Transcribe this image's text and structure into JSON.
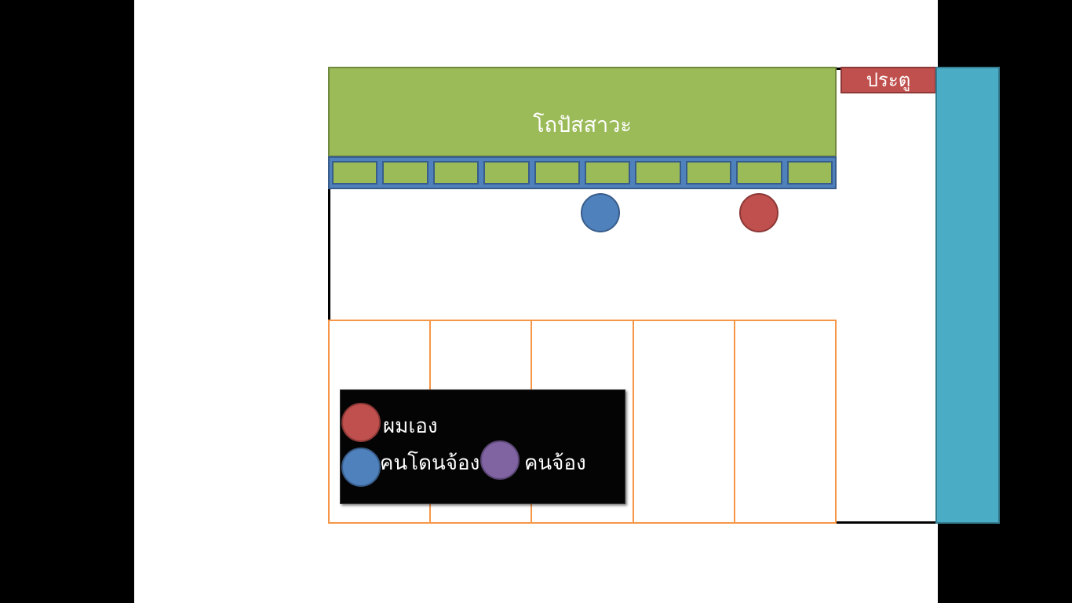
{
  "diagram": {
    "urinal_label": "โถปัสสาวะ",
    "door_label": "ประตู",
    "urinal_count": 10,
    "stall_count": 5,
    "colors": {
      "urinal": "#9bbb59",
      "urinal_row": "#4f81bd",
      "door": "#c0504d",
      "corridor": "#4bacc6",
      "stall_border": "#f79646",
      "me": "#c0504d",
      "target": "#4f81bd",
      "peeper": "#8064a2"
    }
  },
  "legend": {
    "me": "ผมเอง",
    "target": "คนโดนจ้อง",
    "peeper": "คนจ้อง"
  }
}
